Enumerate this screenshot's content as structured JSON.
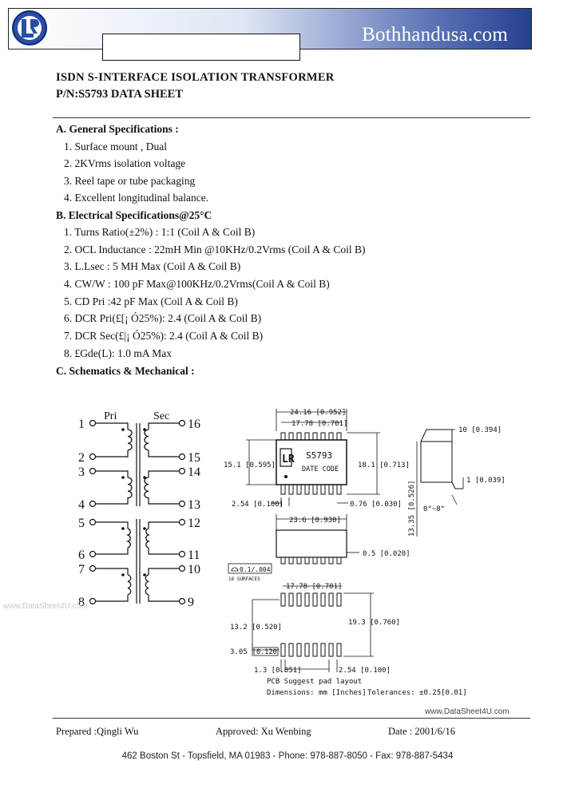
{
  "header": {
    "site": "Bothhandusa.com",
    "title_line1": "ISDN S-INTERFACE ISOLATION TRANSFORMER",
    "title_line2": "P/N:S5793 DATA SHEET"
  },
  "general": {
    "heading": "A. General Specifications :",
    "items": [
      "1. Surface mount , Dual",
      "2. 2KVrms isolation voltage",
      "3. Reel tape or tube packaging",
      "4. Excellent longitudinal balance."
    ]
  },
  "electrical": {
    "heading": "B. Electrical Specifications@25°C",
    "items": [
      "1. Turns Ratio(±2%) : 1:1 (Coil A & Coil B)",
      "2. OCL Inductance : 22mH Min @10KHz/0.2Vrms (Coil A & Coil B)",
      "3. L.Lsec : 5 ΜH Max (Coil A & Coil B)",
      "4. CW/W : 100 pF Max@100KHz/0.2Vrms(Coil A & Coil B)",
      "5. CD Pri :42 pF Max (Coil A & Coil B)",
      "6. DCR Pri(£[¡ Ó25%): 2.4 (Coil A & Coil B)",
      "7. DCR Sec(£|¡ Ó25%): 2.4 (Coil A & Coil B)",
      "8. £Gde(L): 1.0 mA Max"
    ]
  },
  "mechanical": {
    "heading": "C. Schematics & Mechanical :"
  },
  "schematic": {
    "pri_label": "Pri",
    "sec_label": "Sec",
    "pins_left": [
      "1",
      "2",
      "3",
      "4",
      "5",
      "6",
      "7",
      "8"
    ],
    "pins_right": [
      "16",
      "15",
      "14",
      "13",
      "12",
      "11",
      "10",
      "9"
    ]
  },
  "drawing": {
    "top_width": "24.16 [0.952]",
    "pin_span_top": "17.78 [0.701]",
    "body_height": "15.1 [0.595]",
    "overall_height": "18.1 [0.713]",
    "marking_pn": "S5793",
    "marking_date": "DATE CODE",
    "pitch": "2.54 [0.100]",
    "pin_width": "0.76 [0.030]",
    "side_width": "10 [0.394]",
    "lead_thk": "1 [0.039]",
    "side_height": "13.35 [0.526]",
    "angle": "0°~8°",
    "front_width": "23.6 [0.930]",
    "standoff": "0.5 [0.020]",
    "coplanarity": "0.1/.004",
    "coplanarity_note": "16 SURFACES",
    "pcb_span": "17.78 [0.701]",
    "pcb_row": "13.2 [0.520]",
    "pcb_overall": "19.3 [0.760]",
    "pad_len_val": "3.05",
    "pad_len_in": "0.120",
    "pad_w": "1.3 [0.051]",
    "pad_pitch": "2.54 [0.100]",
    "pcb_title": "PCB Suggest pad layout",
    "units": "Dimensions: mm [Inches]",
    "tolerance": "Tolerances: ±0.25[0.01]"
  },
  "watermarks": {
    "left": "www.DataSheet4U.com",
    "right": "www.DataSheet4U.com"
  },
  "footer": {
    "prepared": "Prepared :Qingli Wu",
    "approved": "Approved: Xu Wenbing",
    "date": "Date : 2001/6/16",
    "address": "462 Boston St - Topsfield, MA 01983 - Phone: 978-887-8050 - Fax: 978-887-5434"
  }
}
